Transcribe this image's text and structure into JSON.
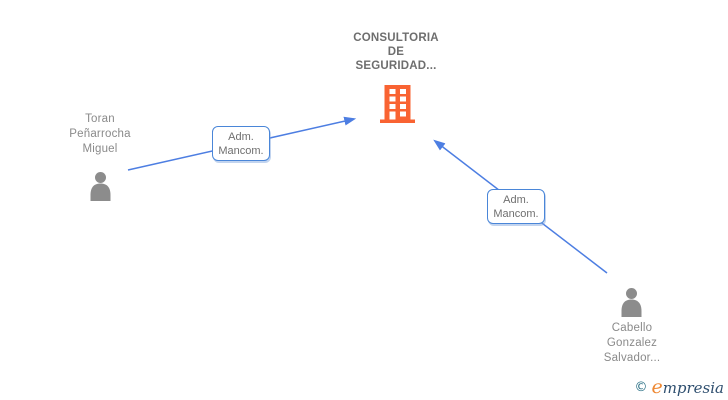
{
  "company": {
    "name": "CONSULTORIA DE SEGURIDAD...",
    "name_lines": [
      "CONSULTORIA",
      "DE",
      "SEGURIDAD..."
    ]
  },
  "persons": {
    "left": {
      "name": "Toran Peñarrocha Miguel",
      "name_lines": [
        "Toran",
        "Peñarrocha",
        "Miguel"
      ]
    },
    "right": {
      "name": "Cabello Gonzalez Salvador...",
      "name_lines": [
        "Cabello",
        "Gonzalez",
        "Salvador..."
      ]
    }
  },
  "edges": {
    "left": {
      "label_lines": [
        "Adm.",
        "Mancom."
      ]
    },
    "right": {
      "label_lines": [
        "Adm.",
        "Mancom."
      ]
    }
  },
  "watermark": {
    "copyright_symbol": "©",
    "brand_initial": "e",
    "brand_rest": "mpresia"
  },
  "colors": {
    "edge_blue": "#4D7EE2",
    "label_border_blue": "#4A86D8",
    "building_orange": "#F96332",
    "person_gray": "#8C8C8C",
    "name_text_gray": "#8A8A8A",
    "title_text_gray": "#6E6E6E",
    "logo_teal": "#246C82",
    "logo_orange": "#EE8833",
    "logo_navy": "#2F4F6F"
  }
}
